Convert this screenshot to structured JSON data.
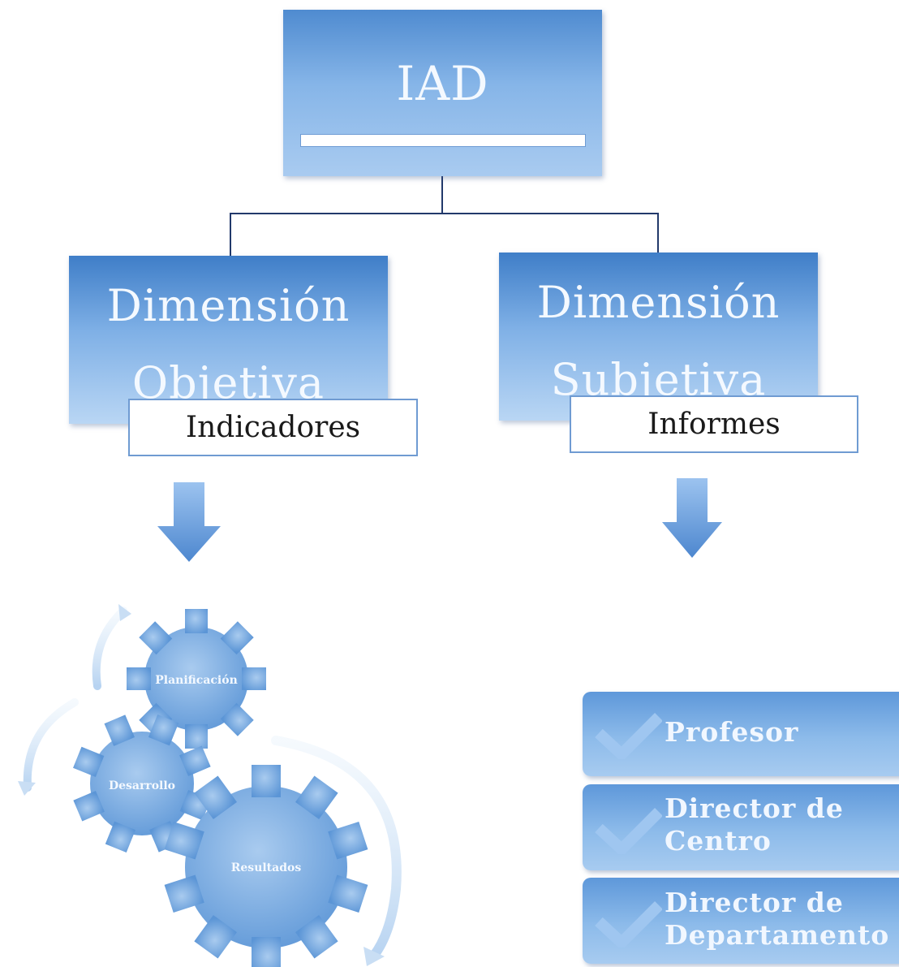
{
  "root": {
    "title": "IAD"
  },
  "dimensions": [
    {
      "line1": "Dimensión",
      "line2": "Objetiva",
      "label": "Indicadores"
    },
    {
      "line1": "Dimensión",
      "line2": "Subjetiva",
      "label": "Informes"
    }
  ],
  "cycle": {
    "gears": [
      "Planificación",
      "Desarrollo",
      "Resultados"
    ]
  },
  "informes_list": {
    "items": [
      {
        "line1": "Profesor",
        "line2": ""
      },
      {
        "line1": "Director de",
        "line2": "Centro"
      },
      {
        "line1": "Director de",
        "line2": "Departamento"
      }
    ]
  },
  "icons": {
    "arrow": "down-arrow-icon",
    "check": "checkmark-icon",
    "gear": "gear-icon",
    "cycle_arrow": "curved-arrow-icon"
  },
  "colors": {
    "box_blue": "#7fb0e6",
    "box_dark_blue": "#3f7ec8",
    "connector": "#22396b",
    "label_border": "#6f9bd2",
    "text_light": "#f4f9ff"
  }
}
